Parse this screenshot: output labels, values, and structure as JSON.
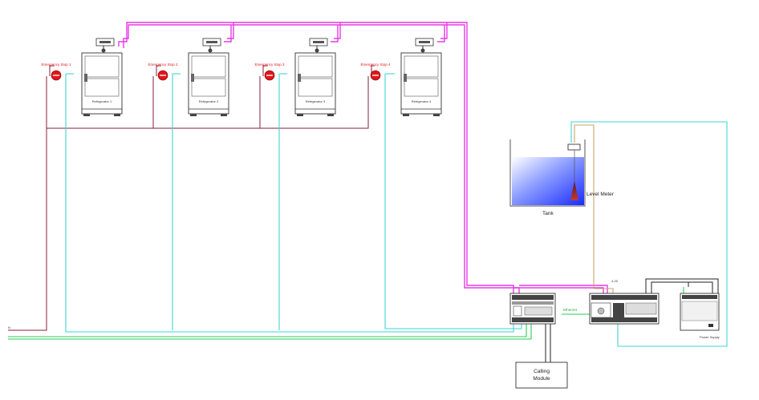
{
  "machines": [
    {
      "estop_label": "Emergency Stop 1",
      "label": "Refrigerator 1"
    },
    {
      "estop_label": "Emergency Stop 2",
      "label": "Refrigerator 2"
    },
    {
      "estop_label": "Emergency Stop 3",
      "label": "Refrigerator 3"
    },
    {
      "estop_label": "Emergency Stop 4",
      "label": "Refrigerator 4"
    }
  ],
  "tank": {
    "label": "Tank",
    "level_meter_label": "Level Meter"
  },
  "calling_module": {
    "line1": "Calling",
    "line2": "Module"
  },
  "wire_labels": {
    "left_input": "N",
    "ethernet": "Ethernet",
    "signal": "4-20"
  },
  "power_supply": {
    "label": "Power Supply"
  },
  "colors": {
    "magenta": "#e63be6",
    "cyan": "#3fd6d6",
    "maroon": "#8b1c3a",
    "green": "#2ecc55",
    "tan": "#c8a46c",
    "black": "#222222",
    "estop_red": "#e0161c",
    "tank_blue": "#1a2cff"
  }
}
